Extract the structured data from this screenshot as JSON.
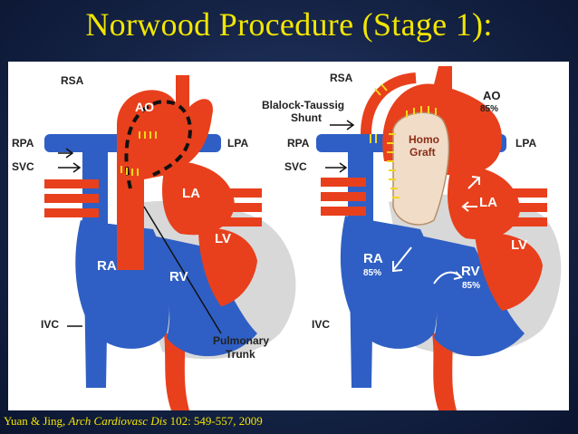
{
  "slide": {
    "title": "Norwood Procedure (Stage 1):",
    "citation": {
      "authors": "Yuan & Jing, ",
      "journal": "Arch Cardiovasc Dis",
      "details": " 102: 549-557, 2009"
    }
  },
  "left_diagram": {
    "labels": {
      "rsa": "RSA",
      "ao": "AO",
      "rpa": "RPA",
      "lpa": "LPA",
      "svc": "SVC",
      "la": "LA",
      "lv": "LV",
      "ra": "RA",
      "rv": "RV",
      "ivc": "IVC",
      "pulmonary": "Pulmonary",
      "trunk": "Trunk"
    }
  },
  "right_diagram": {
    "labels": {
      "rsa": "RSA",
      "bt1": "Blalock-Taussig",
      "bt2": "Shunt",
      "ao": "AO",
      "ao_pct": "85%",
      "rpa": "RPA",
      "lpa": "LPA",
      "svc": "SVC",
      "homo": "Homo",
      "graft": "Graft",
      "la": "LA",
      "lv": "LV",
      "ra": "RA",
      "ra_pct": "85%",
      "rv": "RV",
      "rv_pct": "85%",
      "ivc": "IVC"
    }
  },
  "colors": {
    "title": "#f2e600",
    "oxygenated": "#e8401c",
    "deoxygenated": "#2f5fc4",
    "pericardium": "#d8d8d8",
    "graft": "#f1dcc8",
    "suture": "#f2d81a"
  }
}
